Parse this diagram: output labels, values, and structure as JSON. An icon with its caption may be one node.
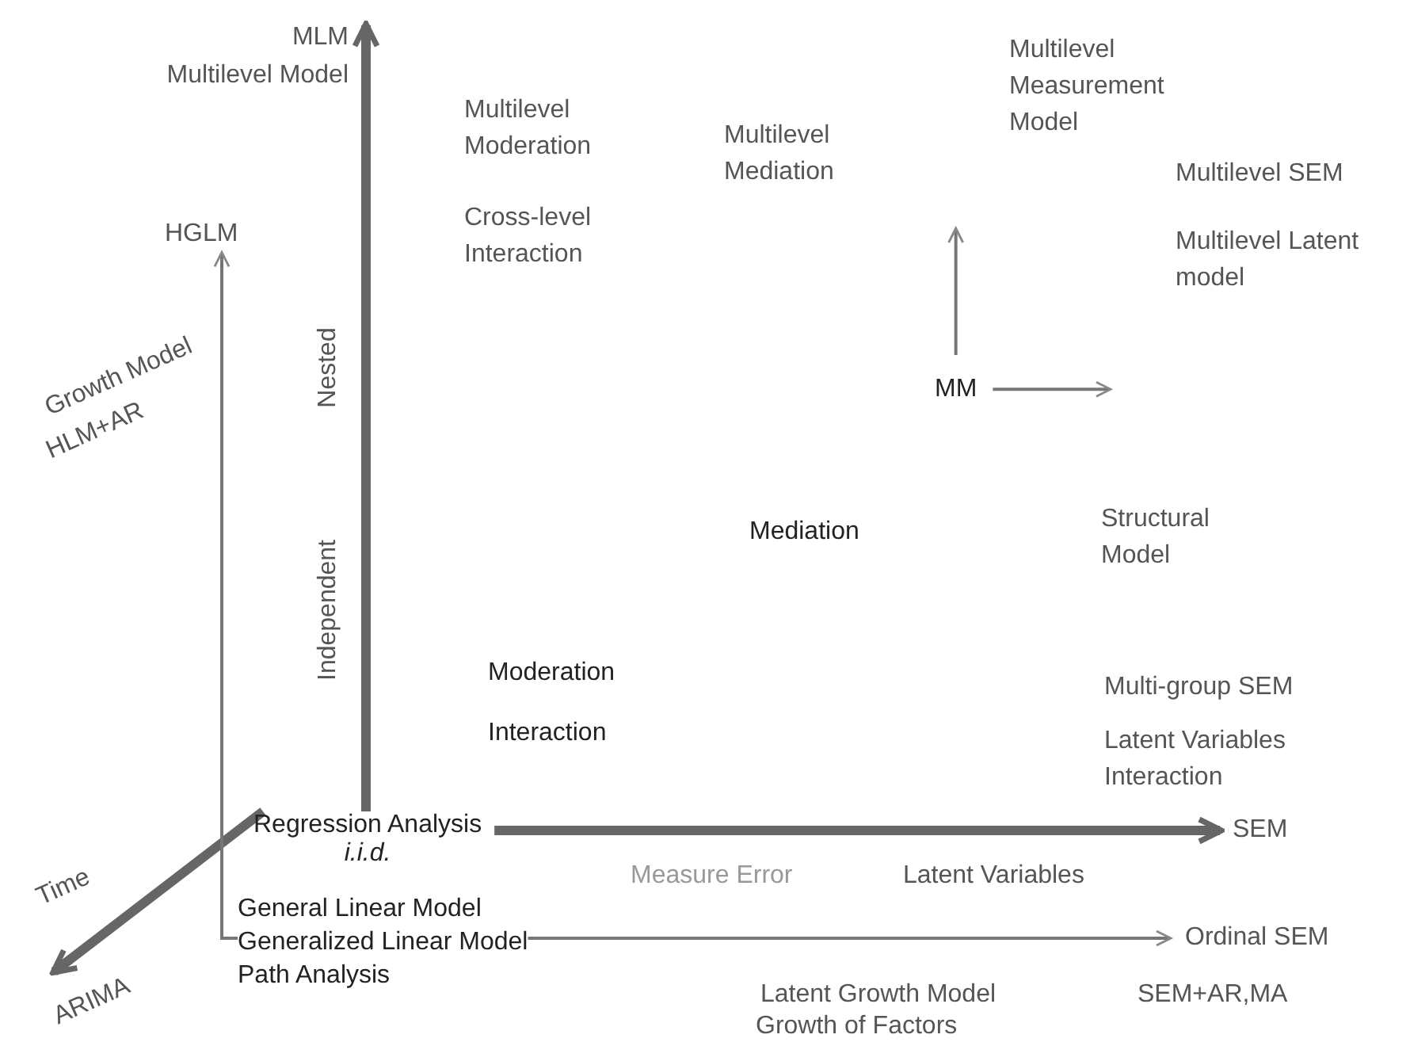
{
  "diagram": {
    "nodes": [
      {
        "text": [
          "MLM",
          "Multilevel Model"
        ]
      },
      {
        "text": [
          "HGLM"
        ]
      },
      {
        "text": [
          "MM"
        ]
      },
      {
        "text": [
          "Regression Analysis",
          "i.i.d."
        ]
      },
      {
        "text": [
          "SEM"
        ]
      },
      {
        "text": [
          "ARIMA"
        ]
      },
      {
        "text": [
          "General Linear Model",
          "Generalized Linear Model",
          "Path Analysis"
        ]
      },
      {
        "text": [
          "Ordinal SEM"
        ]
      }
    ],
    "edges": [
      {
        "from": 3,
        "to": 0,
        "arrow": "to",
        "style": "thick"
      },
      {
        "from": 3,
        "to": 4,
        "arrow": "to",
        "style": "thick"
      },
      {
        "from": 3,
        "to": 5,
        "arrow": "to",
        "style": "thick"
      },
      {
        "from": 6,
        "to": 1,
        "arrow": "to"
      },
      {
        "from": 6,
        "to": 7,
        "arrow": "to"
      },
      {
        "from": 2,
        "to": null,
        "arrow": "to"
      },
      {
        "from": 2,
        "to": null,
        "arrow": "to"
      }
    ],
    "labels": [
      "Multilevel Moderation",
      "Cross-level Interaction",
      "Multilevel Mediation",
      "Multilevel Measurement Model",
      "Multilevel SEM",
      "Multilevel Latent model",
      "Growth Model",
      "Nested",
      "HLM+AR",
      "Independent",
      "Mediation",
      "Structural Model",
      "Moderation",
      "Multi-group SEM",
      "Interaction",
      "Latent Variables Interaction",
      "Time",
      "Measure Error",
      "Latent Variables",
      "Latent Growth Model",
      "SEM+AR,MA",
      "Growth of Factors"
    ]
  }
}
